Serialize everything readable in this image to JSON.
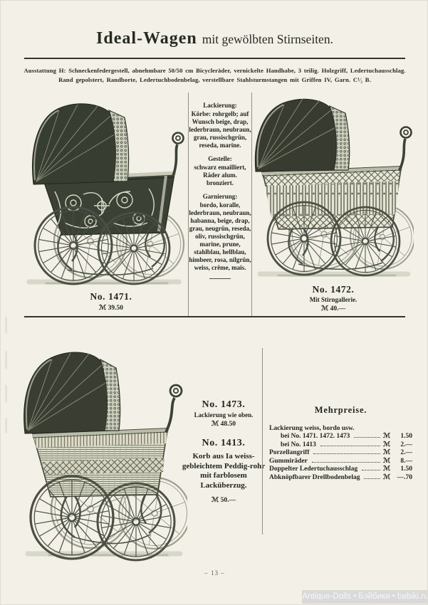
{
  "page": {
    "title_bold": "Ideal-Wagen",
    "title_rest": "mit gewölbten Stirnseiten.",
    "ausstattung_label": "Ausstattung H:",
    "ausstattung_line1": "Schneckenfedergestell, abnehmbare 50/50 cm Bicycleräder, vernickelte Handhabe, 3 teilig. Holzgriff, Ledertuchausschlag.",
    "ausstattung_line2": "Rand gepolstert, Randborte, Ledertuchbodenbelag, verstellbare Stahlsturmstangen mit Griffen IV, Garn. C¹⁄₂ B.",
    "page_number": "– 13 –"
  },
  "specs": {
    "lackierung_heading": "Lackierung:",
    "lackierung_lead": "Körbe:",
    "lackierung_body": "rohrgelb; auf Wunsch beige, drap, lederbraun, neubraun, grau, russischgrün, reseda, marine.",
    "gestelle_heading": "Gestelle:",
    "gestelle_body": "schwarz emailliert, Räder alum. bronziert.",
    "garnierung_heading": "Garnierung:",
    "garnierung_body": "bordo, koralle, lederbraun, neubraun, habanna, beige, drap, grau, neugrün, reseda, oliv, russischgrün, marine, prune, stahlblau, hellblau, himbeer, rosa, nilgrün, weiss, crême, mais."
  },
  "products": {
    "p1471": {
      "number": "No. 1471.",
      "price": "ℳ 39.50"
    },
    "p1472": {
      "number": "No. 1472.",
      "note": "Mit Stirngallerie.",
      "price": "ℳ 40.—"
    },
    "p1473": {
      "number": "No. 1473.",
      "note": "Lackierung wie oben.",
      "price": "ℳ 48.50"
    },
    "p1413": {
      "number": "No. 1413.",
      "description": "Korb aus Ia weiss-gebleichtem Peddig-rohr mit farblosem Lacküberzug.",
      "price": "ℳ 50.—"
    }
  },
  "mehrpreise": {
    "title": "Mehrpreise.",
    "group_label": "Lackierung weiss, bordo usw.",
    "rows": [
      {
        "label": "bei No. 1471. 1472. 1473",
        "currency": "ℳ",
        "price": "1.50"
      },
      {
        "label": "bei No. 1413",
        "currency": "ℳ",
        "price": "2.—"
      },
      {
        "label": "Porzellangriff",
        "currency": "ℳ",
        "price": "2.—"
      },
      {
        "label": "Gummiräder",
        "currency": "ℳ",
        "price": "8.—"
      },
      {
        "label": "Doppelter Ledertuchausschlag",
        "currency": "ℳ",
        "price": "1.50"
      },
      {
        "label": "Abknöpfbarer Drellbodenbelag",
        "currency": "ℳ",
        "price": "—.70"
      }
    ]
  },
  "watermark": "Antique-Dolls • Бэйбики • babiki.ru"
}
